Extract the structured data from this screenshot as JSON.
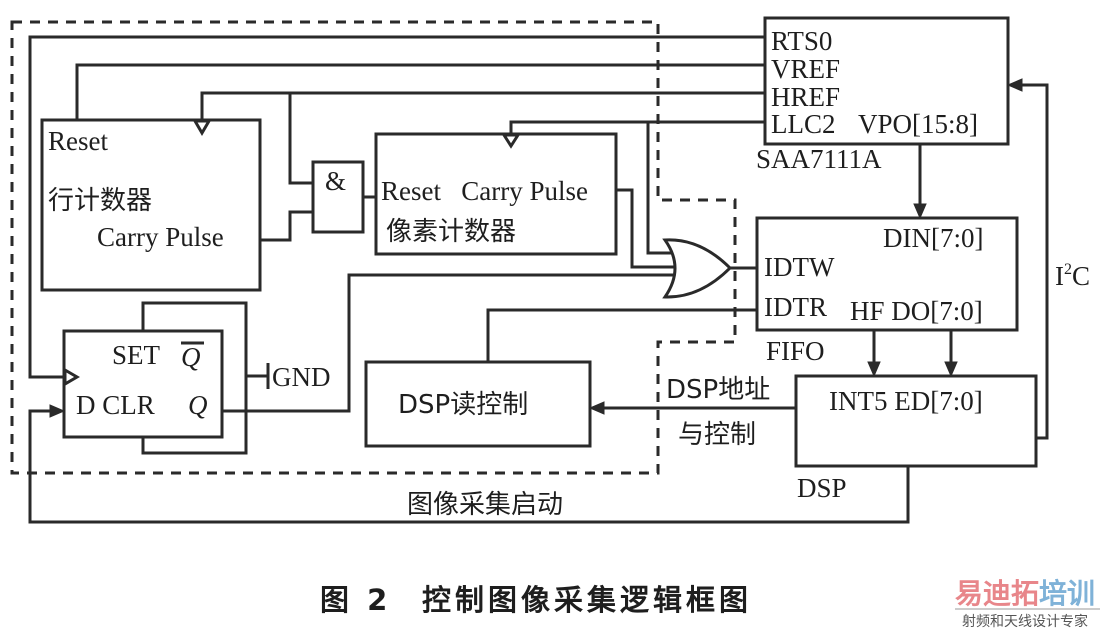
{
  "diagram": {
    "saa": {
      "pins": [
        "RTS0",
        "VREF",
        "HREF",
        "LLC2"
      ],
      "output": "VPO[15:8]",
      "name": "SAA7111A"
    },
    "row_counter": {
      "reset": "Reset",
      "name": "行计数器",
      "carry": "Carry Pulse"
    },
    "and_gate": {
      "symbol": "&"
    },
    "pixel_counter": {
      "inputs": "Reset   Carry Pulse",
      "name": "像素计数器"
    },
    "fifo": {
      "din": "DIN[7:0]",
      "idtw": "IDTW",
      "idtr": "IDTR",
      "hf_do": "HF DO[7:0]",
      "name": "FIFO"
    },
    "flipflop": {
      "set": "SET",
      "qbar": "Q",
      "d_clr": "D CLR",
      "q": "Q",
      "gnd": "GND"
    },
    "dsp_read": {
      "name": "DSP读控制"
    },
    "dsp_addr": {
      "line1": "DSP地址",
      "line2": "与控制"
    },
    "dsp": {
      "pins": "INT5 ED[7:0]",
      "name": "DSP"
    },
    "i2c": {
      "main": "I",
      "sup": "2",
      "tail": "C"
    },
    "start_label": "图像采集启动"
  },
  "caption": {
    "figure_no": "图 2",
    "title": "控制图像采集逻辑框图"
  },
  "watermark": {
    "part1": "易迪拓",
    "part2": "培训",
    "subtitle": "射频和天线设计专家",
    "color1": "#e8868a",
    "color2": "#7fb2d8"
  }
}
